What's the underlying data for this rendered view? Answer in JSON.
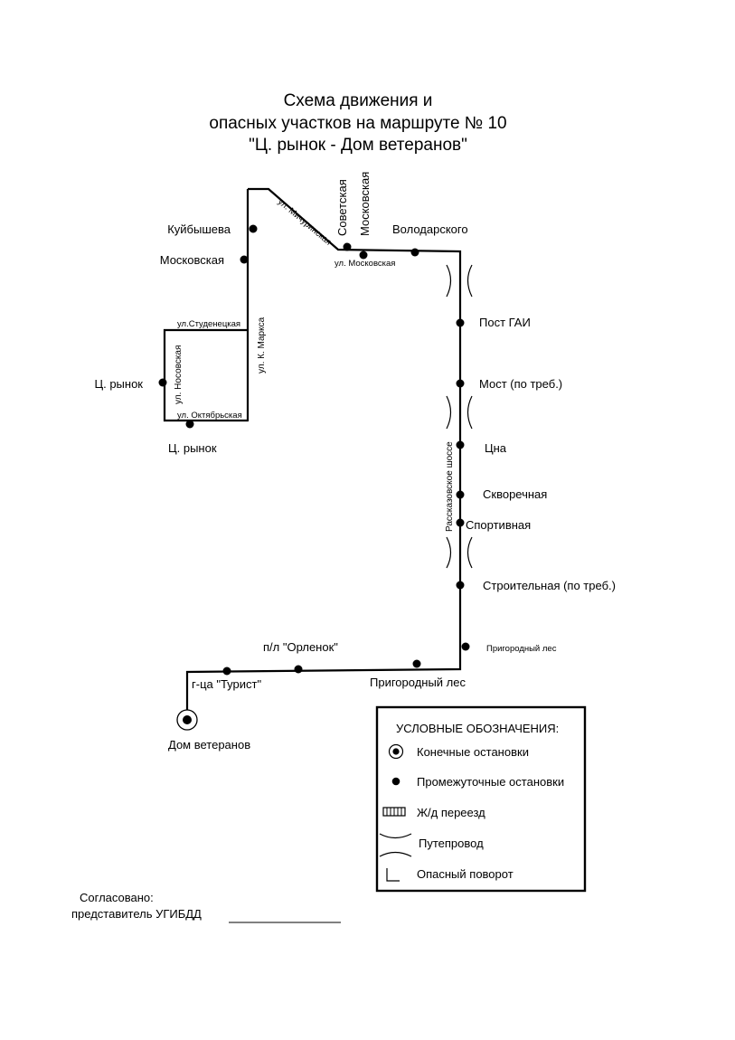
{
  "title": {
    "line1": "Схема  движения и",
    "line2": "опасных участков на маршруте № 10",
    "line3": "\"Ц. рынок - Дом ветеранов\""
  },
  "stops": {
    "kuybysheva": "Куйбышева",
    "moskovskaya": "Московская",
    "sovetskaya": "Советская",
    "moskovskaya_v": "Московская",
    "volodarskogo": "Володарского",
    "post_gai": "Пост ГАИ",
    "most": "Мост (по треб.)",
    "tsna": "Цна",
    "skvorechnaya": "Скворечная",
    "sportivnaya": "Спортивная",
    "stroitelnaya": "Строительная (по треб.)",
    "prigorodny_les_1": "Пригородный лес",
    "prigorodny_les_2": "Пригородный лес",
    "orlenok": "п/л \"Орленок\"",
    "turist": "г-ца \"Турист\"",
    "dom_veteranov": "Дом ветеранов",
    "ts_rynok_1": "Ц. рынок",
    "ts_rynok_2": "Ц. рынок"
  },
  "streets": {
    "michurinskaya": "ул. Мичуринская",
    "moskovskaya": "ул. Московская",
    "studenetskaya": "ул.Студенецкая",
    "k_marksa": "ул. К. Маркса",
    "nosovskaya": "ул. Носовская",
    "oktyabrskaya": "ул. Октябрьская",
    "rasskazovskoe": "Рассказовское шоссе"
  },
  "legend": {
    "title": "УСЛОВНЫЕ ОБОЗНАЧЕНИЯ:",
    "terminal": "Конечные остановки",
    "intermediate": "Промежуточные остановки",
    "railway": "Ж/д переезд",
    "overpass": "Путепровод",
    "dangerous_turn": "Опасный поворот"
  },
  "signature": {
    "line1": "Согласовано:",
    "line2": "представитель УГИБДД"
  }
}
